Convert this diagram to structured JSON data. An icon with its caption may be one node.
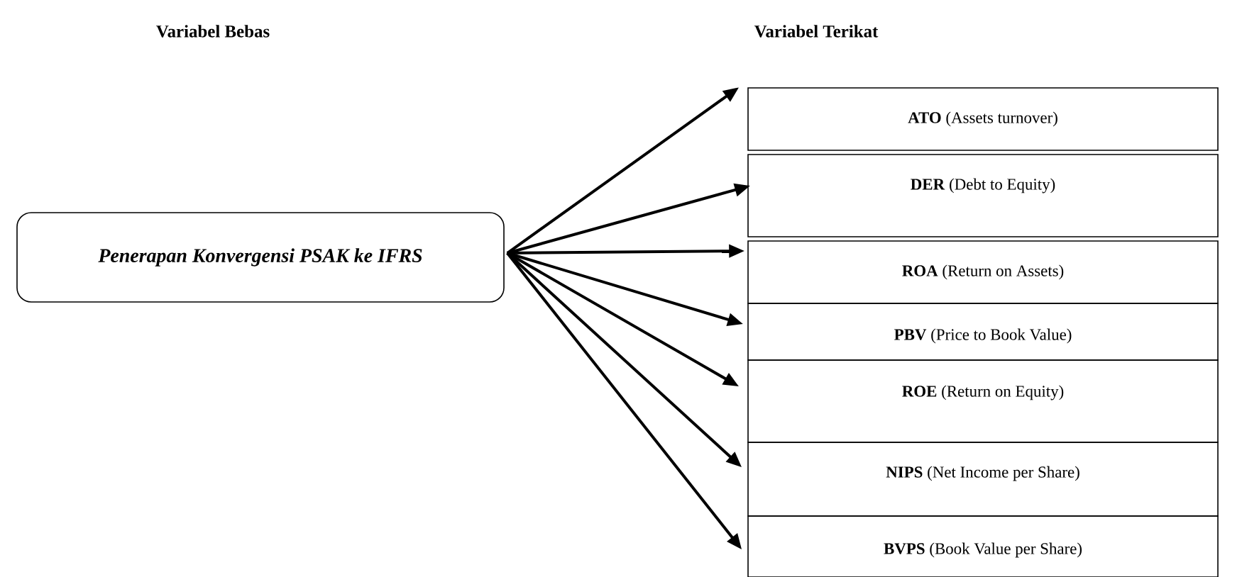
{
  "diagram": {
    "nodes": [
      {
        "text": [
          "Penerapan Konvergensi PSAK ke IFRS"
        ]
      },
      {
        "text": [
          "**ATO** (Assets turnover)"
        ]
      },
      {
        "text": [
          "**DER** (Debt to Equity)"
        ]
      },
      {
        "text": [
          "**ROA** (Return on Assets)"
        ]
      },
      {
        "text": [
          "**PBV** (Price to Book Value)"
        ]
      },
      {
        "text": [
          "**ROE**  (Return on Equity)"
        ]
      },
      {
        "text": [
          "**NIPS** (Net Income per Share)"
        ]
      },
      {
        "text": [
          "**BVPS** (Book Value per Share)"
        ]
      }
    ],
    "edges": [
      {
        "from": 0,
        "to": 1,
        "arrow": "to"
      },
      {
        "from": 0,
        "to": 2,
        "arrow": "to"
      },
      {
        "from": 0,
        "to": 3,
        "arrow": "to"
      },
      {
        "from": 0,
        "to": 4,
        "arrow": "to"
      },
      {
        "from": 0,
        "to": 5,
        "arrow": "to"
      },
      {
        "from": 0,
        "to": 6,
        "arrow": "to"
      },
      {
        "from": 0,
        "to": 7,
        "arrow": "to"
      }
    ],
    "labels": [
      "Variabel Bebas",
      "Variabel  Terikat"
    ]
  }
}
